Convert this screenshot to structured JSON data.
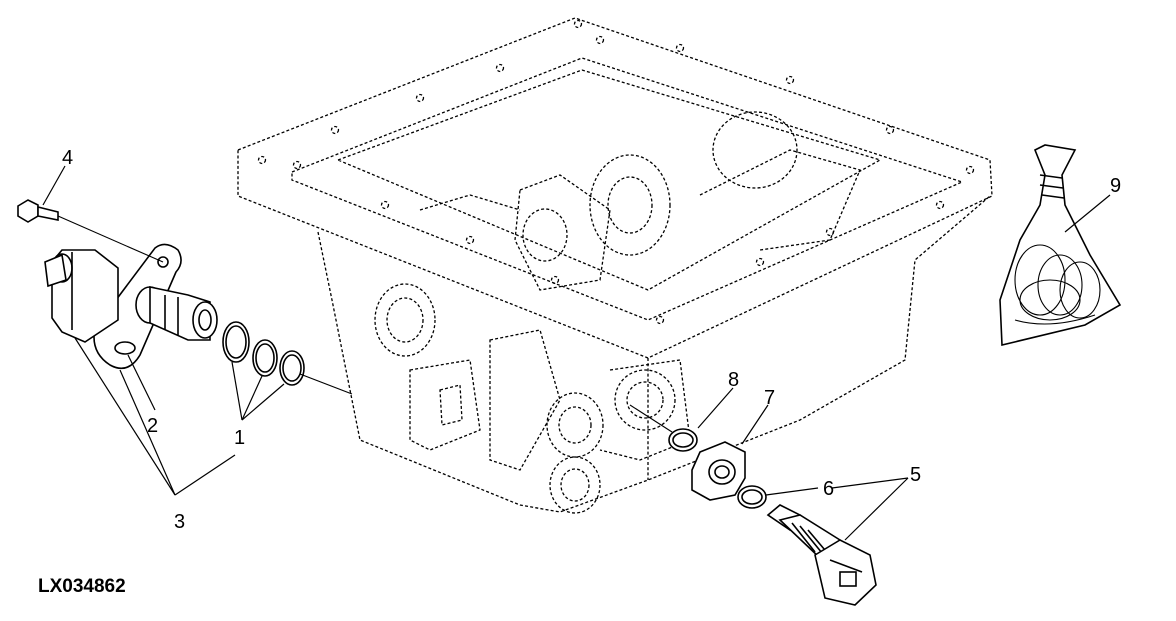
{
  "figure_id": "LX034862",
  "callouts": [
    {
      "id": "c1",
      "text": "1"
    },
    {
      "id": "c2",
      "text": "2"
    },
    {
      "id": "c3",
      "text": "3"
    },
    {
      "id": "c4",
      "text": "4"
    },
    {
      "id": "c5",
      "text": "5"
    },
    {
      "id": "c6",
      "text": "6"
    },
    {
      "id": "c7",
      "text": "7"
    },
    {
      "id": "c8",
      "text": "8"
    },
    {
      "id": "c9",
      "text": "9"
    }
  ]
}
